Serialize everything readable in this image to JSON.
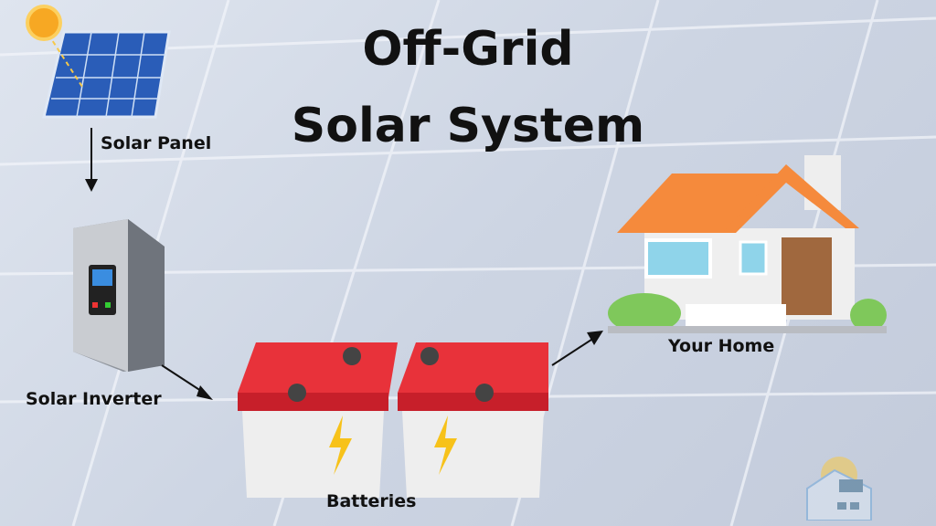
{
  "title": {
    "line1": "Off-Grid",
    "line2": "Solar System"
  },
  "labels": {
    "solar_panel": "Solar Panel",
    "solar_inverter": "Solar Inverter",
    "batteries": "Batteries",
    "your_home": "Your Home"
  },
  "colors": {
    "battery_red": "#e8323a",
    "roof_orange": "#f58a3c",
    "sun": "#f7a823",
    "panel_blue": "#2a5db8"
  }
}
